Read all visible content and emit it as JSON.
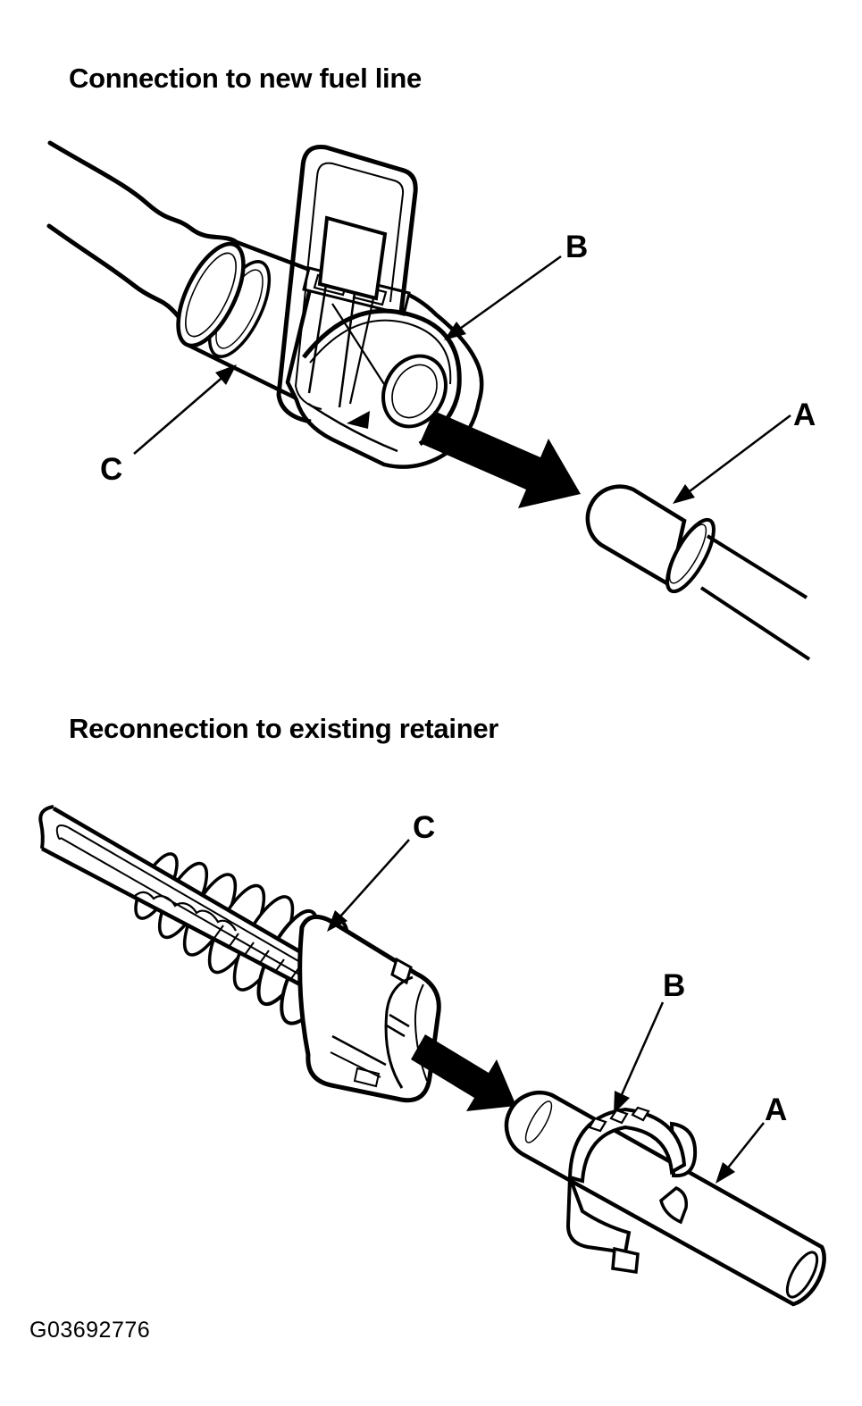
{
  "page": {
    "kind": "service manual illustration",
    "colors": {
      "ink": "#000000",
      "paper": "#ffffff"
    }
  },
  "sections": [
    {
      "title": "Connection to new fuel line",
      "callouts": [
        {
          "letter": "B"
        },
        {
          "letter": "C"
        },
        {
          "letter": "A"
        }
      ],
      "icons": {
        "insertion_arrow": "solid-black-arrow-down-right"
      }
    },
    {
      "title": "Reconnection to existing retainer",
      "callouts": [
        {
          "letter": "C"
        },
        {
          "letter": "B"
        },
        {
          "letter": "A"
        }
      ],
      "icons": {
        "insertion_arrow": "solid-black-arrow-down-right"
      }
    }
  ],
  "figure_code": "G03692776"
}
